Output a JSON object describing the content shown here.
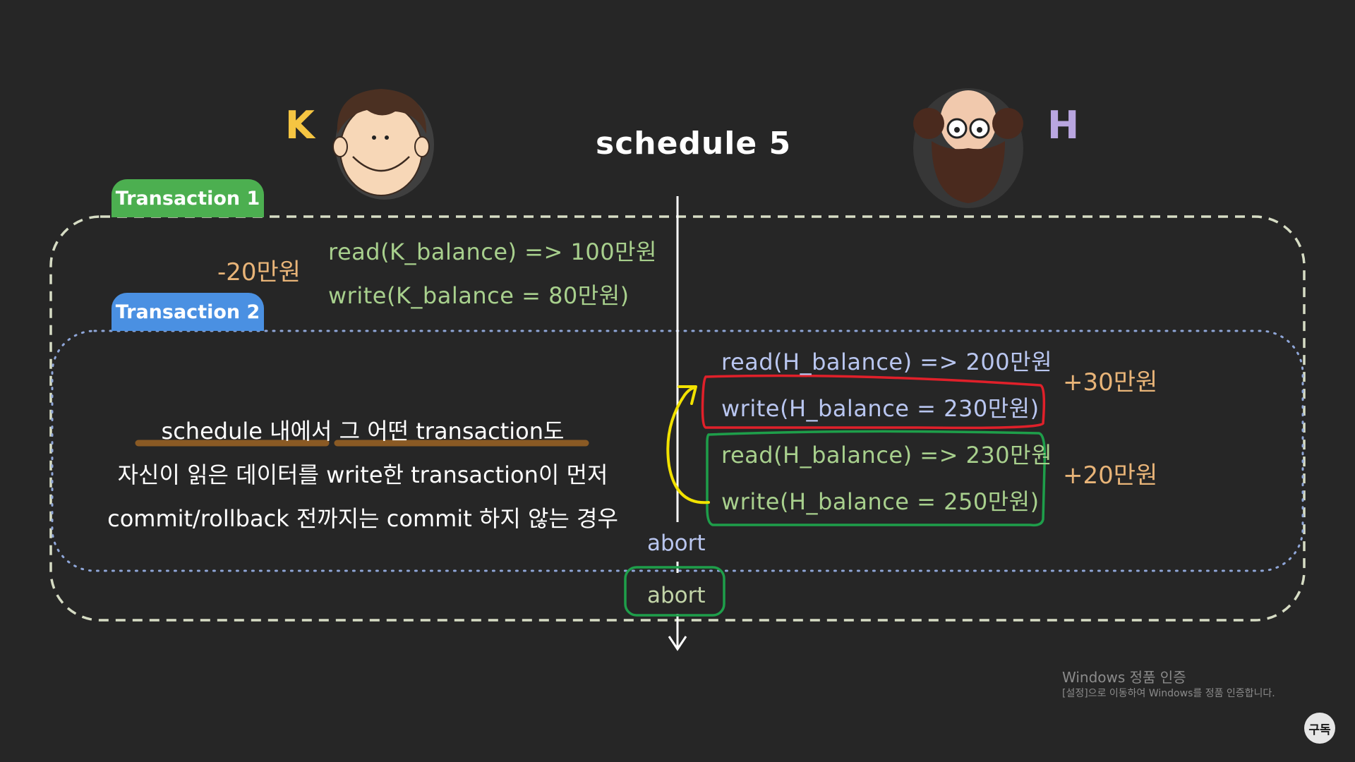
{
  "title": "schedule 5",
  "persons": {
    "left": {
      "label": "K"
    },
    "right": {
      "label": "H"
    }
  },
  "transactions": [
    {
      "label": "Transaction 1",
      "color": "#4caf50"
    },
    {
      "label": "Transaction 2",
      "color": "#4a90e2"
    }
  ],
  "t1_ops": [
    "read(K_balance) => 100만원",
    "write(K_balance = 80만원)"
  ],
  "t1_delta": "-20만원",
  "t2_ops": [
    "read(H_balance) => 200만원",
    "write(H_balance = 230만원)",
    "read(H_balance) => 230만원",
    "write(H_balance = 250만원)"
  ],
  "t2_deltas": [
    "+30만원",
    "+20만원"
  ],
  "note_lines": [
    "schedule 내에서 그 어떤 transaction도",
    "자신이 읽은 데이터를 write한 transaction이 먼저",
    "commit/rollback 전까지는 commit 하지 않는 경우"
  ],
  "abort_labels": [
    "abort",
    "abort"
  ],
  "watermark": {
    "line1": "Windows 정품 인증",
    "line2": "[설정]으로 이동하여 Windows를 정품 인증합니다."
  },
  "subscribe_label": "구독",
  "colors": {
    "background": "#262626",
    "t1_text": "#a8d08d",
    "t2_text": "#b9c6f0",
    "delta": "#e8b478",
    "k_label": "#f5c542",
    "h_label": "#b9a6e0",
    "highlight_red": "#e0202a",
    "highlight_green": "#1e9e4a",
    "arrow_yellow": "#f2e200",
    "underline": "#8a5a24"
  },
  "icons": {
    "k_avatar": "boy-face-icon",
    "h_avatar": "bearded-man-face-icon",
    "timeline": "down-arrow-icon",
    "dependency": "curved-arrow-icon"
  }
}
